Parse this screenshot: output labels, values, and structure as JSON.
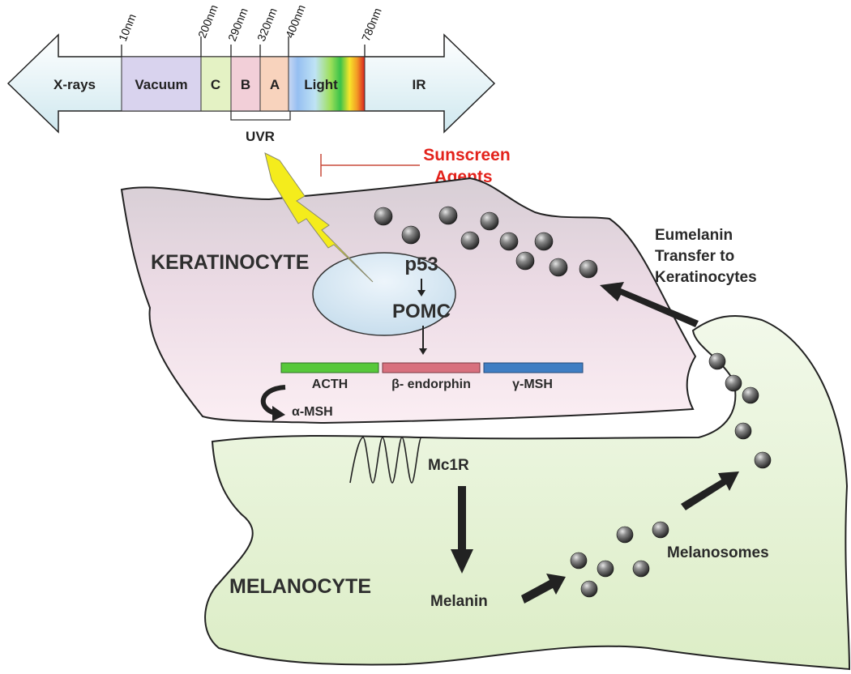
{
  "spectrum": {
    "wavelength_ticks": [
      "10nm",
      "200nm",
      "290nm",
      "320nm",
      "400nm",
      "780nm"
    ],
    "bands": {
      "xrays": "X-rays",
      "vacuum": "Vacuum",
      "c": "C",
      "b": "B",
      "a": "A",
      "light": "Light",
      "ir": "IR"
    },
    "uvr_label": "UVR"
  },
  "sunscreen": {
    "line1": "Sunscreen",
    "line2": "Agents"
  },
  "keratinocyte": {
    "name": "KERATINOCYTE",
    "p53": "p53",
    "pomc": "POMC",
    "peptides": {
      "acth": "ACTH",
      "endorphin": "β- endorphin",
      "gmsh": "γ-MSH",
      "amsh": "α-MSH"
    },
    "transfer": {
      "line1": "Eumelanin",
      "line2": "Transfer to",
      "line3": "Keratinocytes"
    }
  },
  "melanocyte": {
    "name": "MELANOCYTE",
    "receptor": "Mc1R",
    "melanin": "Melanin",
    "melanosomes": "Melanosomes"
  },
  "colors": {
    "keratinocyte_fill_top": "#d8cfd6",
    "keratinocyte_fill_bottom": "#fbeef3",
    "nucleus_fill": "#d5e6f2",
    "melanocyte_fill": "#e4f1d2",
    "acth_bar": "#57c83a",
    "endorphin_bar": "#d8707e",
    "gmsh_bar": "#3f7ec3",
    "sunscreen_red": "#e3221b",
    "uv_bolt": "#f4ec1c"
  }
}
